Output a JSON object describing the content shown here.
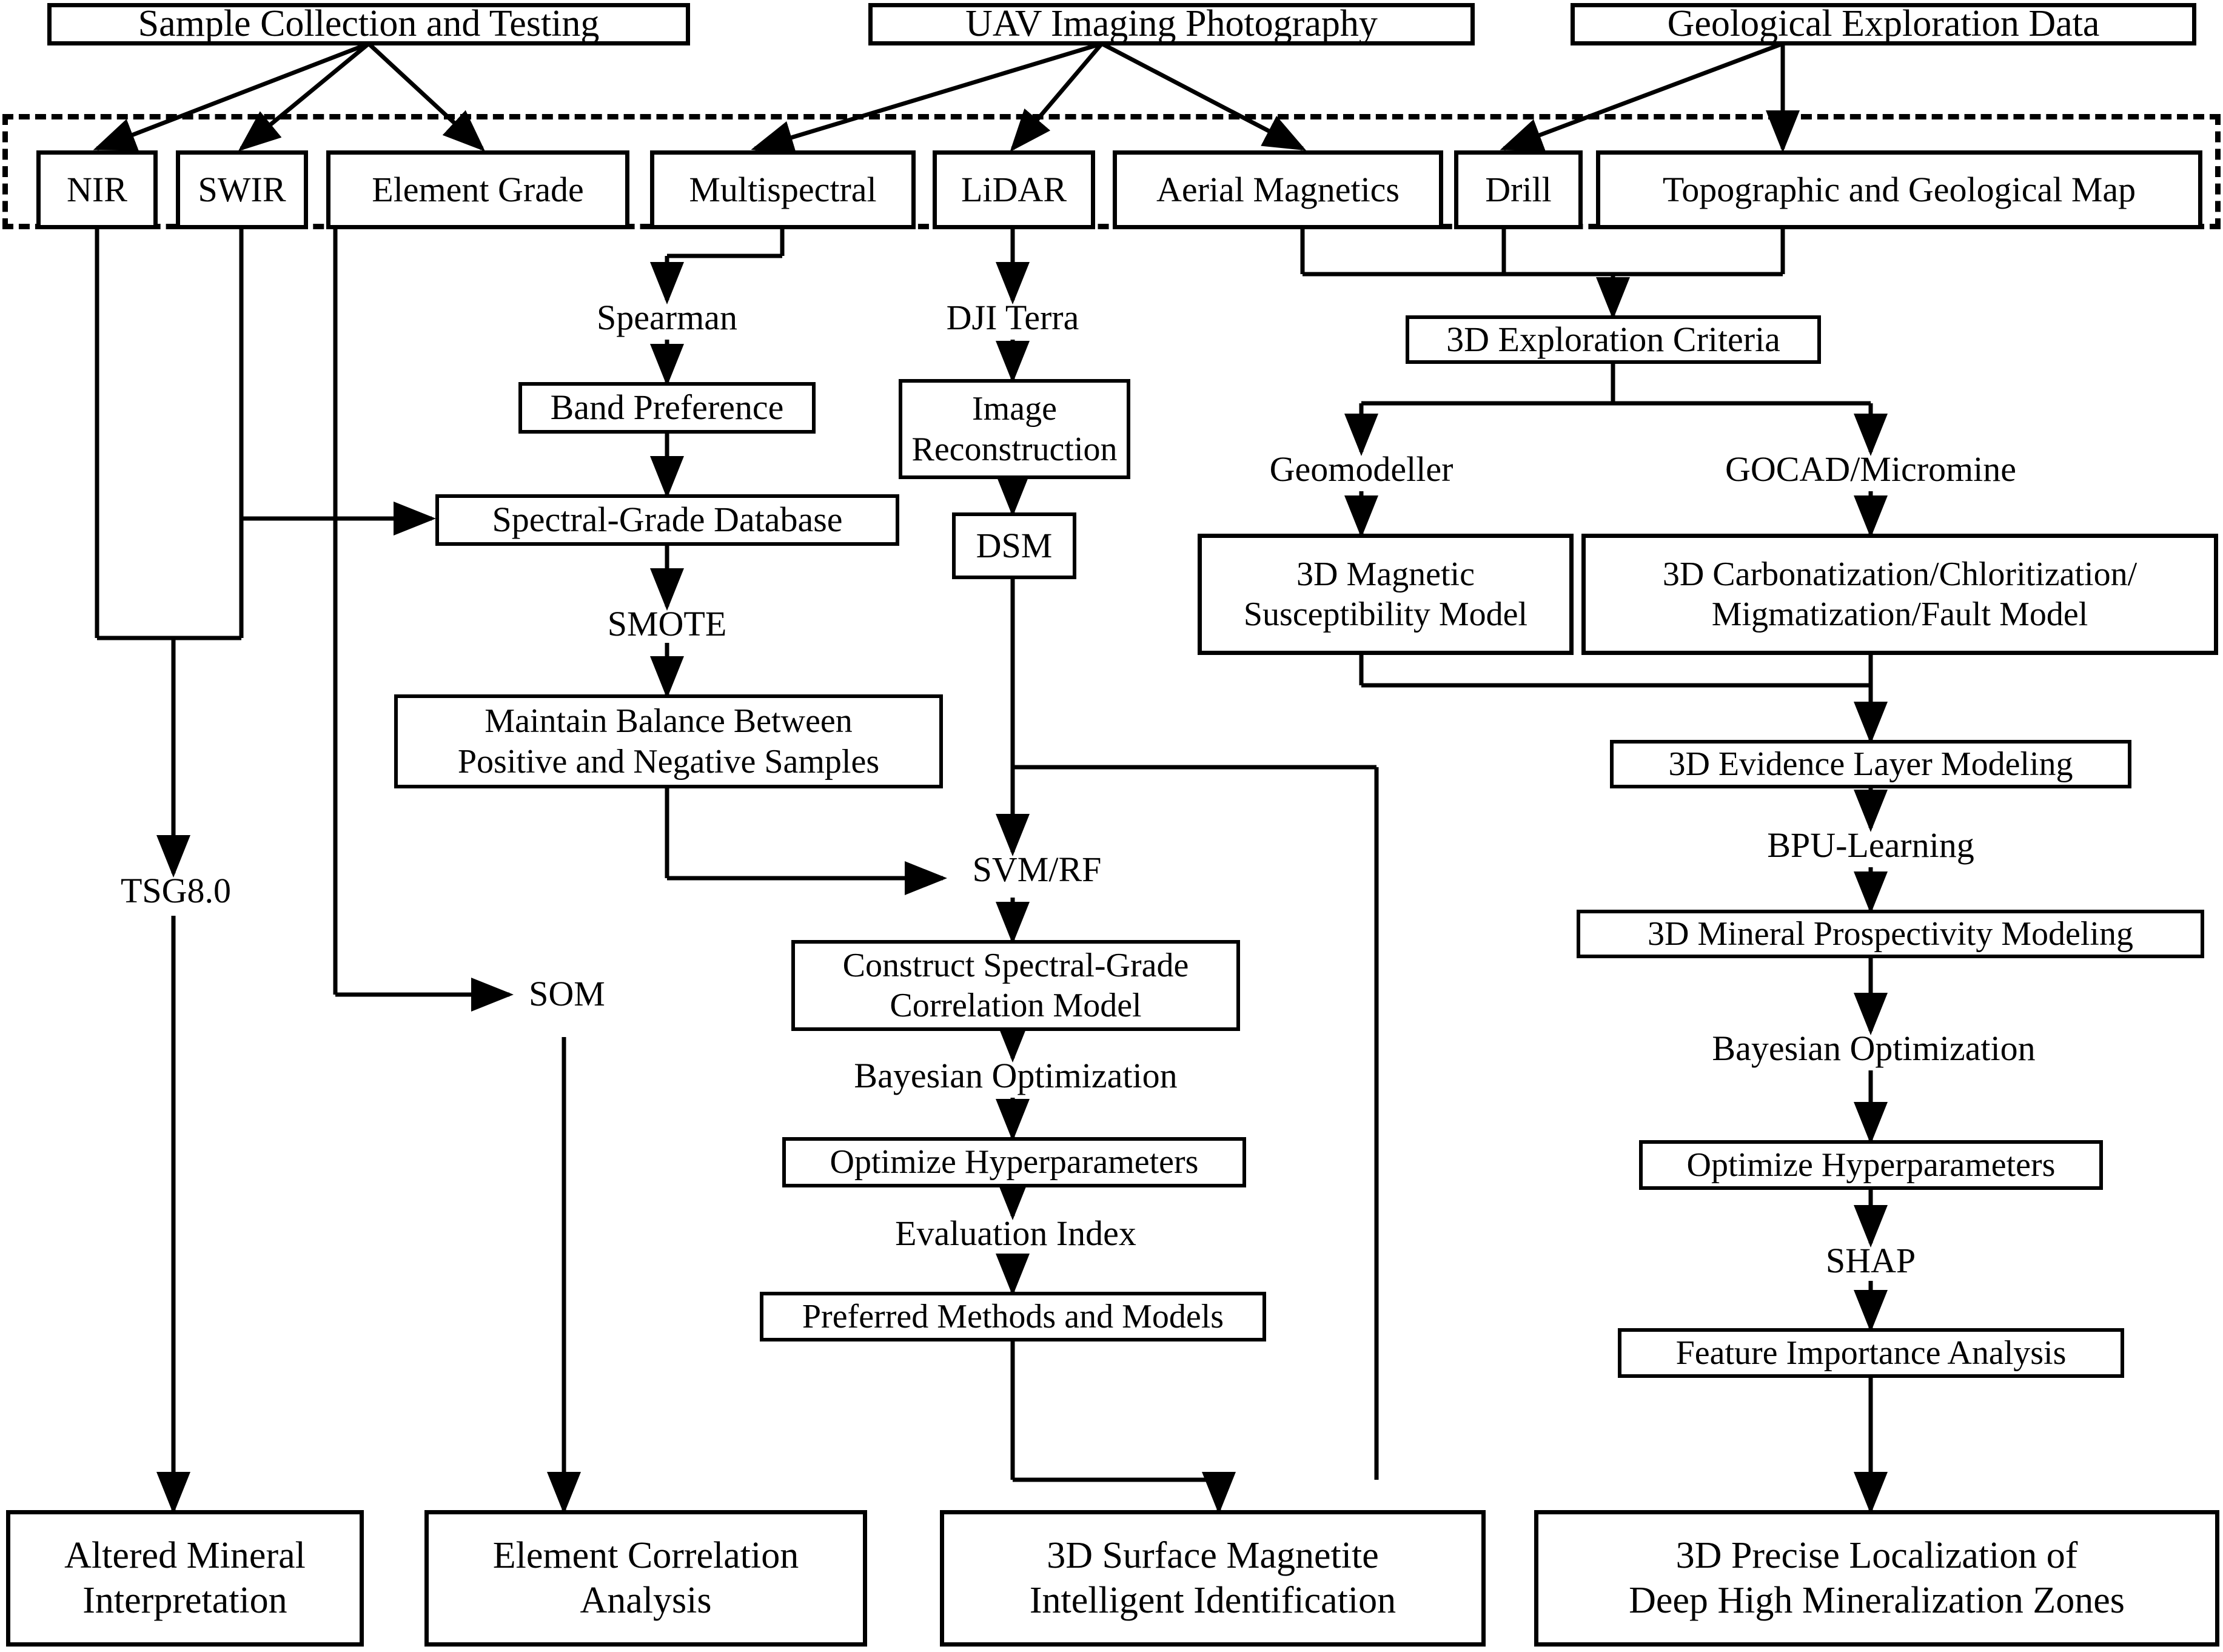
{
  "diagram": {
    "title": "Mineral Exploration Workflow Flowchart",
    "line_color": "#000000",
    "background": "#ffffff",
    "box_border_color": "#000000"
  },
  "sources": {
    "sample": "Sample Collection and Testing",
    "uav": "UAV Imaging Photography",
    "geo": "Geological Exploration Data"
  },
  "data_layer": {
    "nir": "NIR",
    "swir": "SWIR",
    "element_grade": "Element Grade",
    "multispectral": "Multispectral",
    "lidar": "LiDAR",
    "aerial_magnetics": "Aerial Magnetics",
    "drill": "Drill",
    "topo_map": "Topographic and Geological Map"
  },
  "methods": {
    "spearman": "Spearman",
    "dji_terra": "DJI Terra",
    "smote": "SMOTE",
    "tsg": "TSG8.0",
    "som": "SOM",
    "svm_rf": "SVM/RF",
    "bayes_left": "Bayesian Optimization",
    "eval_index": "Evaluation Index",
    "geomodeller": "Geomodeller",
    "gocad": "GOCAD/Micromine",
    "bpu": "BPU-Learning",
    "bayes_right": "Bayesian Optimization",
    "shap": "SHAP"
  },
  "process": {
    "band_preference": "Band Preference",
    "spectral_grade_db": "Spectral-Grade Database",
    "balance_samples": "Maintain Balance Between\nPositive and Negative Samples",
    "image_reconstruction": "Image\nReconstruction",
    "dsm": "DSM",
    "exploration_criteria": "3D Exploration Criteria",
    "magnetic_model": "3D Magnetic\nSusceptibility Model",
    "carbonatization_model": "3D Carbonatization/Chloritization/\nMigmatization/Fault Model",
    "construct_correlation": "Construct Spectral-Grade\nCorrelation Model",
    "optimize_hyper_left": "Optimize Hyperparameters",
    "preferred_methods": "Preferred Methods and Models",
    "evidence_layer": "3D Evidence Layer Modeling",
    "prospectivity": "3D Mineral Prospectivity Modeling",
    "optimize_hyper_right": "Optimize Hyperparameters",
    "feature_importance": "Feature Importance Analysis"
  },
  "outputs": {
    "altered_mineral": "Altered Mineral\nInterpretation",
    "element_correlation": "Element Correlation\nAnalysis",
    "surface_magnetite": "3D Surface Magnetite\nIntelligent Identification",
    "deep_zones": "3D Precise Localization of\nDeep High Mineralization Zones"
  }
}
